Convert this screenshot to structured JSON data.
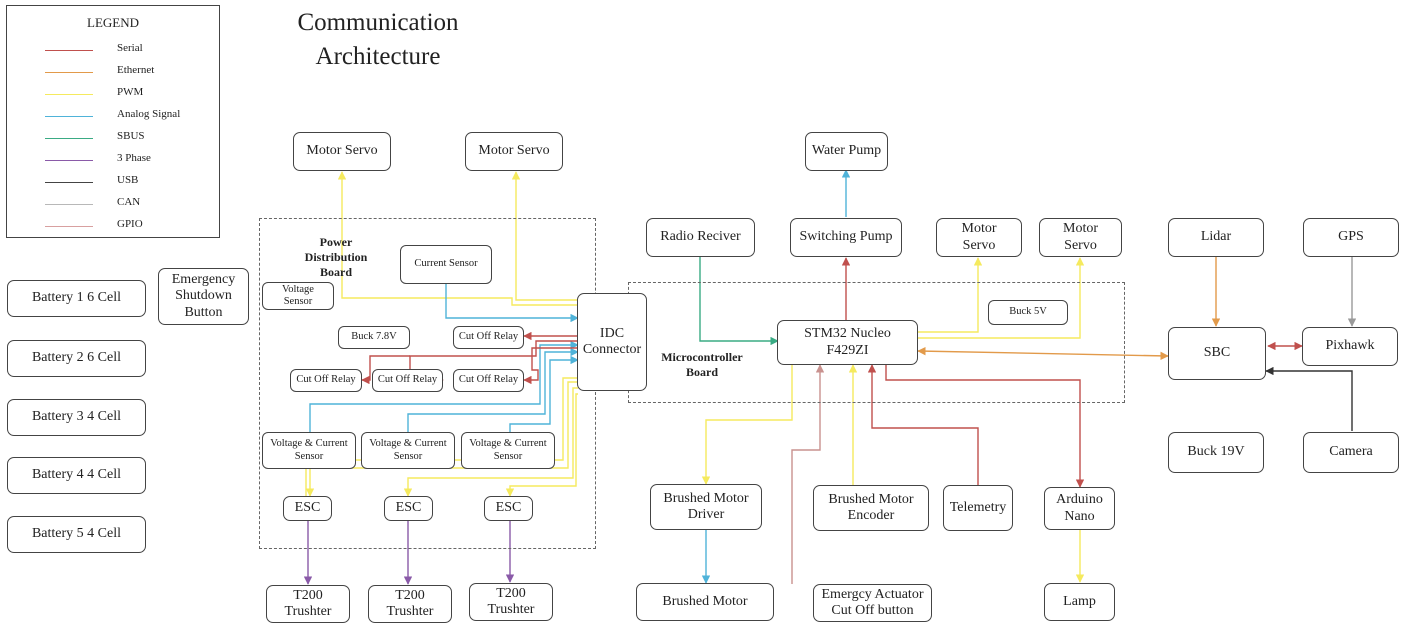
{
  "title": "Communication\nArchitecture",
  "legend": {
    "title": "LEGEND",
    "items": [
      {
        "label": "Serial",
        "color": "#c0504d"
      },
      {
        "label": "Ethernet",
        "color": "#e29a4a"
      },
      {
        "label": "PWM",
        "color": "#f5ea5e"
      },
      {
        "label": "Analog Signal",
        "color": "#4fb3d9"
      },
      {
        "label": "SBUS",
        "color": "#3aab84"
      },
      {
        "label": "3 Phase",
        "color": "#8a5aa8"
      },
      {
        "label": "USB",
        "color": "#444444"
      },
      {
        "label": "CAN",
        "color": "#b8b8b8"
      },
      {
        "label": "GPIO",
        "color": "#d8a0a0"
      }
    ]
  },
  "regions": {
    "power_distribution_board": "Power\nDistribution\nBoard",
    "microcontroller_board": "Microcontroller\nBoard"
  },
  "blocks": {
    "motor_servo_1": "Motor Servo",
    "motor_servo_2": "Motor Servo",
    "water_pump": "Water Pump",
    "radio_receiver": "Radio Reciver",
    "switching_pump": "Switching Pump",
    "motor_servo_3": "Motor\nServo",
    "motor_servo_4": "Motor\nServo",
    "lidar": "Lidar",
    "gps": "GPS",
    "battery_1": "Battery 1  6 Cell",
    "battery_2": "Battery 2  6 Cell",
    "battery_3": "Battery 3  4 Cell",
    "battery_4": "Battery 4  4 Cell",
    "battery_5": "Battery 5  4 Cell",
    "emergency_shutdown": "Emergency\nShutdown\nButton",
    "voltage_sensor": "Voltage\nSensor",
    "current_sensor": "Current Sensor",
    "buck_7_8v": "Buck 7.8V",
    "cut_off_relay_1": "Cut Off Relay",
    "cut_off_relay_2": "Cut Off Relay",
    "cut_off_relay_3": "Cut Off Relay",
    "cut_off_relay_4": "Cut Off Relay",
    "vc_sensor_1": "Voltage & Current\nSensor",
    "vc_sensor_2": "Voltage & Current\nSensor",
    "vc_sensor_3": "Voltage & Current\nSensor",
    "esc_1": "ESC",
    "esc_2": "ESC",
    "esc_3": "ESC",
    "t200_1": "T200\nTrushter",
    "t200_2": "T200\nTrushter",
    "t200_3": "T200\nTrushter",
    "idc_connector": "IDC\nConnector",
    "stm32": "STM32 Nucleo\nF429ZI",
    "buck_5v": "Buck 5V",
    "sbc": "SBC",
    "pixhawk": "Pixhawk",
    "buck_19v": "Buck 19V",
    "camera": "Camera",
    "brushed_motor_driver": "Brushed Motor\nDriver",
    "brushed_motor": "Brushed Motor",
    "brushed_motor_encoder": "Brushed Motor\nEncoder",
    "telemetry": "Telemetry",
    "arduino_nano": "Arduino\nNano",
    "lamp": "Lamp",
    "emergency_actuator": "Emergcy Actuator\nCut Off button"
  }
}
